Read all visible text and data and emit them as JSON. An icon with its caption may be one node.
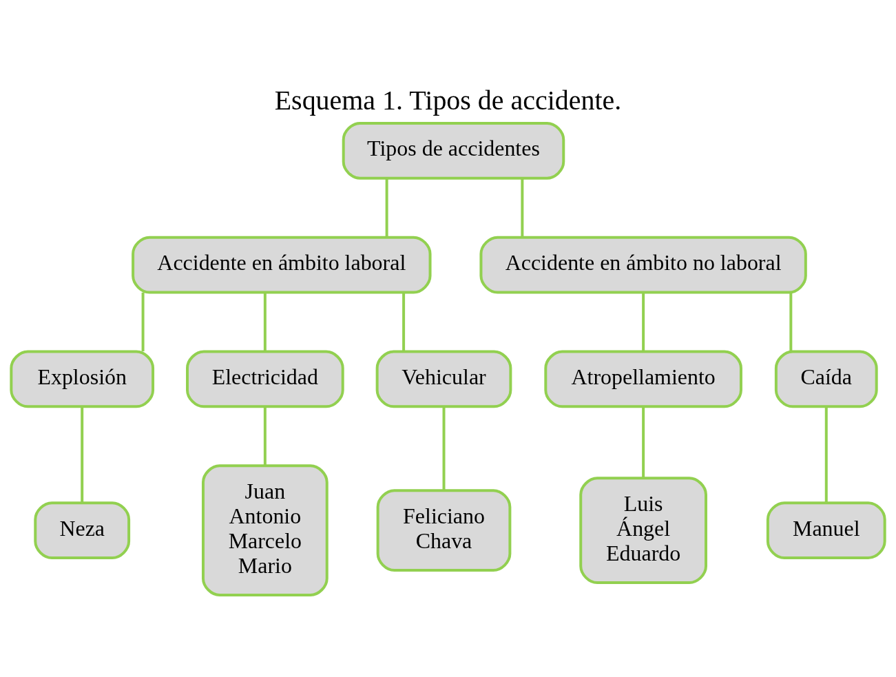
{
  "diagram": {
    "title": "Esquema 1. Tipos de accidente.",
    "nodes": [
      {
        "text": [
          "Tipos de accidentes"
        ]
      },
      {
        "text": [
          "Accidente en ámbito laboral"
        ]
      },
      {
        "text": [
          "Accidente en ámbito no laboral"
        ]
      },
      {
        "text": [
          "Explosión"
        ]
      },
      {
        "text": [
          "Electricidad"
        ]
      },
      {
        "text": [
          "Vehicular"
        ]
      },
      {
        "text": [
          "Atropellamiento"
        ]
      },
      {
        "text": [
          "Caída"
        ]
      },
      {
        "text": [
          "Neza"
        ]
      },
      {
        "text": [
          "Juan",
          "Antonio",
          "Marcelo",
          "Mario"
        ]
      },
      {
        "text": [
          "Feliciano",
          "Chava"
        ]
      },
      {
        "text": [
          "Luis",
          "Ángel",
          "Eduardo"
        ]
      },
      {
        "text": [
          "Manuel"
        ]
      }
    ],
    "edges": [
      {
        "from": 0,
        "to": 1,
        "arrow": "none"
      },
      {
        "from": 0,
        "to": 2,
        "arrow": "none"
      },
      {
        "from": 1,
        "to": 3,
        "arrow": "none"
      },
      {
        "from": 1,
        "to": 4,
        "arrow": "none"
      },
      {
        "from": 1,
        "to": 5,
        "arrow": "none"
      },
      {
        "from": 2,
        "to": 6,
        "arrow": "none"
      },
      {
        "from": 2,
        "to": 7,
        "arrow": "none"
      },
      {
        "from": 3,
        "to": 8,
        "arrow": "none"
      },
      {
        "from": 4,
        "to": 9,
        "arrow": "none"
      },
      {
        "from": 5,
        "to": 10,
        "arrow": "none"
      },
      {
        "from": 6,
        "to": 11,
        "arrow": "none"
      },
      {
        "from": 7,
        "to": 12,
        "arrow": "none"
      }
    ]
  }
}
